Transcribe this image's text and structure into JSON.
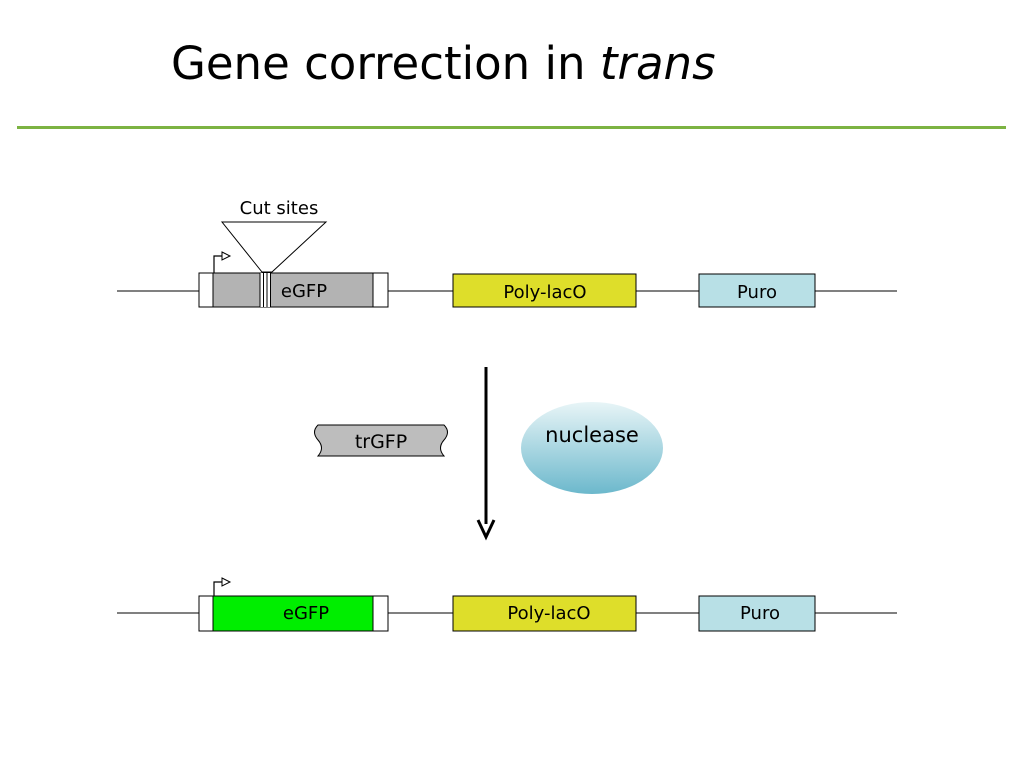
{
  "title": {
    "text": "Gene correction in",
    "italic": "trans"
  },
  "labels": {
    "cut_sites": "Cut sites",
    "egfp_before": "eGFP",
    "polylaco_before": "Poly-lacO",
    "puro_before": "Puro",
    "trgfp": "trGFP",
    "nuclease": "nuclease",
    "egfp_after": "eGFP",
    "polylaco_after": "Poly-lacO",
    "puro_after": "Puro"
  },
  "colors": {
    "accent_rule": "#7cb342",
    "egfp_broken": "#b3b3b3",
    "egfp_corrected": "#00ee00",
    "polylaco": "#dede2a",
    "puro": "#b8e0e6",
    "trgfp": "#bdbdbd",
    "nuclease_top": "#e8f5f7",
    "nuclease_bottom": "#6cb8cc"
  }
}
